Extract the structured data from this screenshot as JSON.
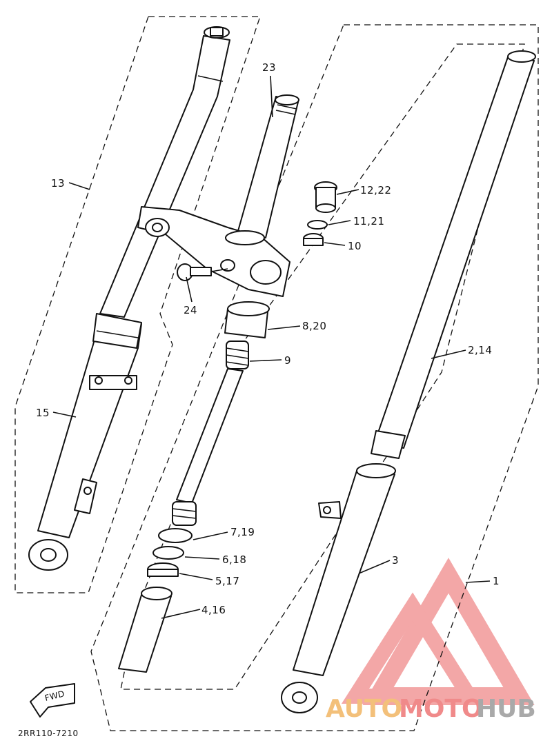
{
  "labels": {
    "l13": "13",
    "l15": "15",
    "l23": "23",
    "l24": "24",
    "l12_22": "12,22",
    "l11_21": "11,21",
    "l10": "10",
    "l8_20": "8,20",
    "l9": "9",
    "l2_14": "2,14",
    "l7_19": "7,19",
    "l6_18": "6,18",
    "l5_17": "5,17",
    "l4_16": "4,16",
    "l3": "3",
    "l1": "1"
  },
  "fwd_label": "FWD",
  "diagram_code": "2RR110-7210",
  "watermark": {
    "auto": "AUTO",
    "moto": "MOTO",
    "hub": "HUB",
    "colors": {
      "auto": "#f3c07a",
      "moto": "#f08a8a",
      "hub": "#a9a9a9",
      "logo": "#f08a8a"
    }
  }
}
